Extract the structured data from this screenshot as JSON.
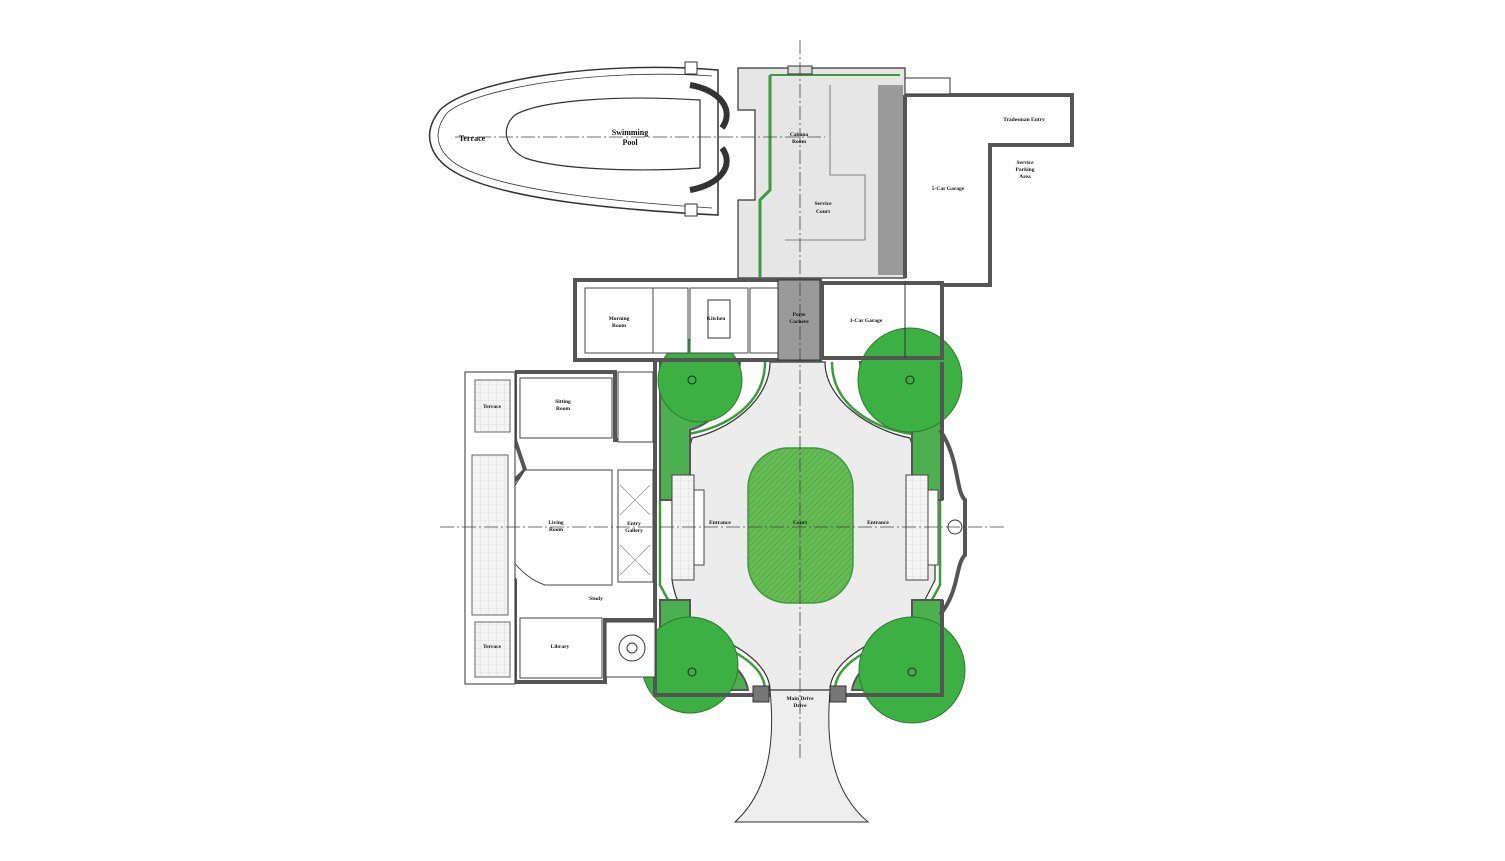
{
  "labels": {
    "terrace_pool": "Terrace",
    "swimming_pool_1": "Swimming",
    "swimming_pool_2": "Pool",
    "cabana_1": "Cabana",
    "cabana_2": "Room",
    "service_court_1": "Service",
    "service_court_2": "Court",
    "car_garage_upper": "5-Car Garage",
    "tradesman_entry": "Tradesman Entry",
    "service_parking_1": "Service",
    "service_parking_2": "Parking",
    "service_parking_3": "Area",
    "morning_room_1": "Morning",
    "morning_room_2": "Room",
    "kitchen": "Kitchen",
    "porte_cochere_1": "Porte",
    "porte_cochere_2": "Cochere",
    "car_garage_lower": "3-Car Garage",
    "terrace_upper": "Terrace",
    "sitting_room_1": "Sitting",
    "sitting_room_2": "Room",
    "living_room_1": "Living",
    "living_room_2": "Room",
    "gallery_1": "Entry",
    "gallery_2": "Gallery",
    "terrace_lower": "Terrace",
    "library": "Library",
    "study": "Study",
    "motor_court": "Court",
    "entrance_left": "Entrance",
    "entrance_right": "Entrance",
    "main_drive_1": "Main Drive",
    "main_drive_2": "Drive"
  },
  "colors": {
    "lawn": "#4caf50",
    "tree": "#3cb043",
    "paving": "#eeeeee",
    "service_court": "#e6e6e6",
    "porte_cochere": "#9a9a9a",
    "wall": "#555555",
    "green_edge": "#3d9b3d"
  }
}
